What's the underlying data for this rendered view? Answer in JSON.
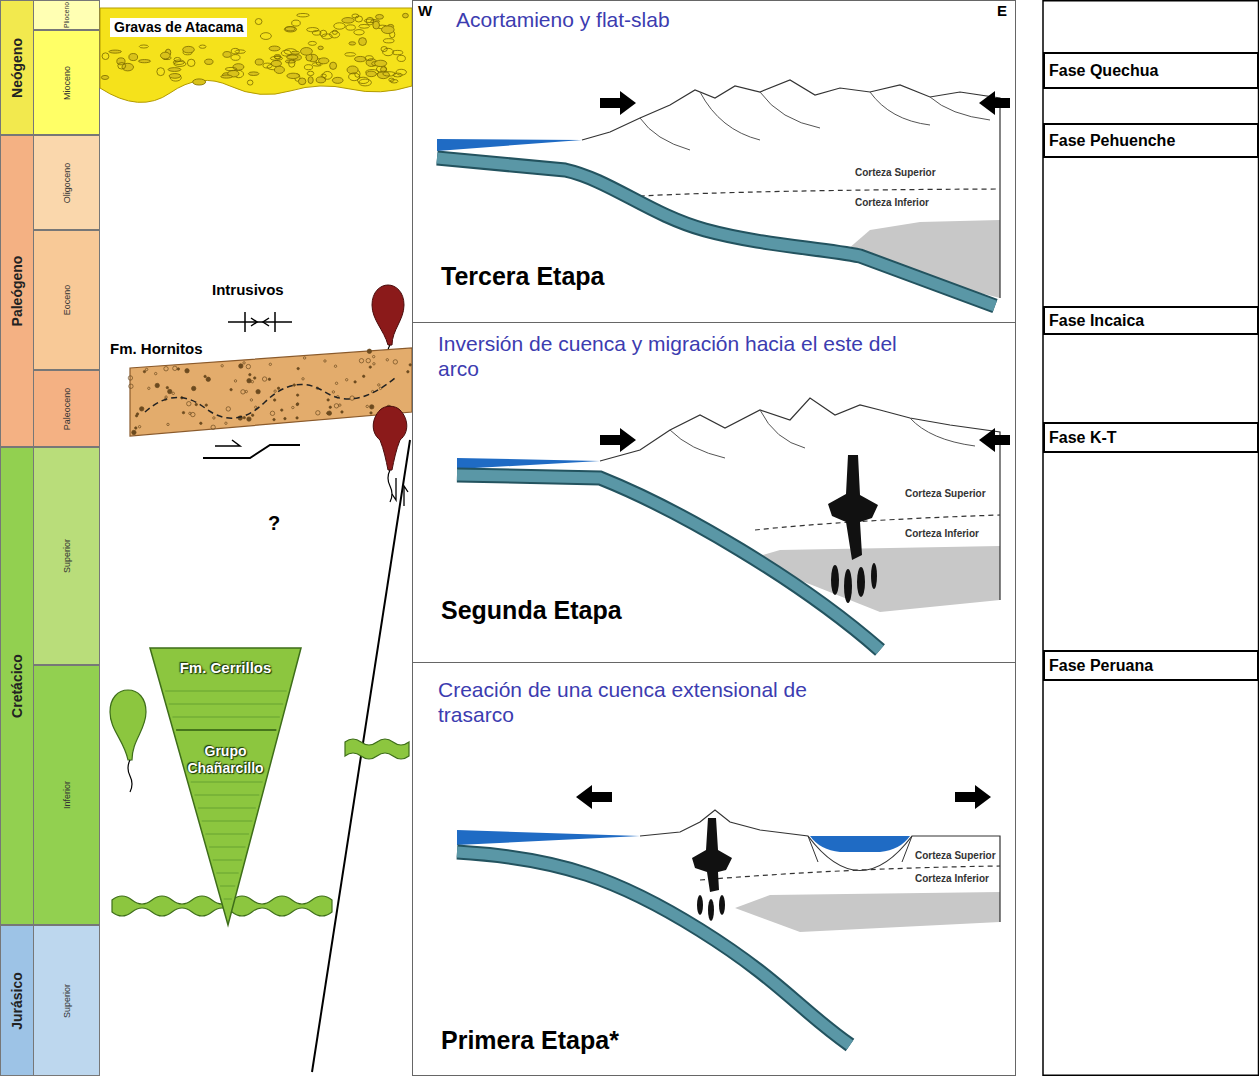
{
  "diagram": {
    "nodes": [
      {
        "text": [
          "Neógeno"
        ]
      },
      {
        "text": [
          "Paleógeno"
        ]
      },
      {
        "text": [
          "Cretácico"
        ]
      },
      {
        "text": [
          "Jurásico"
        ]
      },
      {
        "text": [
          "Plioceno"
        ]
      },
      {
        "text": [
          "Mioceno"
        ]
      },
      {
        "text": [
          "Oligoceno"
        ]
      },
      {
        "text": [
          "Eoceno"
        ]
      },
      {
        "text": [
          "Paleoceno"
        ]
      },
      {
        "text": [
          "Superior"
        ]
      },
      {
        "text": [
          "Inferior"
        ]
      },
      {
        "text": [
          "Superior"
        ]
      },
      {
        "text": [
          "Gravas de Atacama"
        ]
      },
      {
        "text": [
          "Fm. Hornitos"
        ]
      },
      {
        "text": [
          "Fm. Cerrillos",
          "Grupo Chañarcillo"
        ]
      },
      {
        "text": [
          "Acortamieno y flat-slab",
          "Tercera Etapa"
        ]
      },
      {
        "text": [
          "Inversión de cuenca y migración hacia el este del arco",
          "Segunda Etapa"
        ]
      },
      {
        "text": [
          "Creación de una cuenca extensional de trasarco",
          "Primera Etapa*"
        ]
      },
      {
        "text": [
          "Fase Quechua"
        ]
      },
      {
        "text": [
          "Fase Pehuenche"
        ]
      },
      {
        "text": [
          "Fase Incaica"
        ]
      },
      {
        "text": [
          "Fase K-T"
        ]
      },
      {
        "text": [
          "Fase Peruana"
        ]
      }
    ],
    "labels": [
      "Intrusivos",
      "?",
      "W",
      "E",
      "Corteza Superior",
      "Corteza Inferior",
      "Corteza Superior",
      "Corteza Inferior",
      "Corteza Superior",
      "Corteza Inferior"
    ]
  }
}
